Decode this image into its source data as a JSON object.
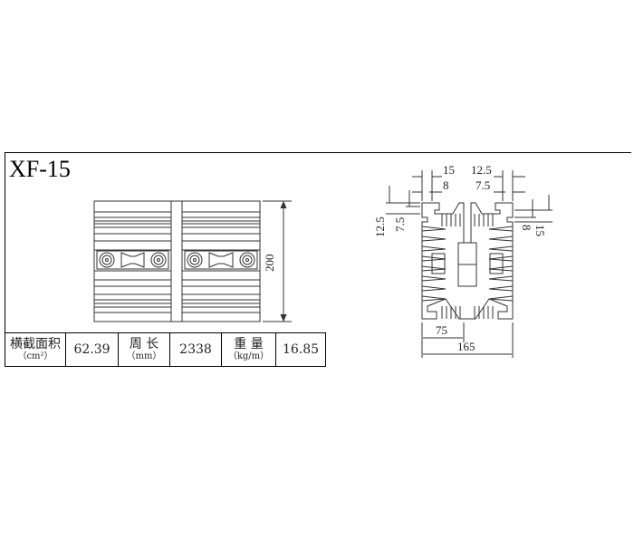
{
  "title": "XF-15",
  "specs": [
    {
      "label": "横截面积",
      "unit": "（cm²）",
      "value": "62.39"
    },
    {
      "label": "周 长",
      "unit": "（mm）",
      "value": "2338"
    },
    {
      "label": "重 量",
      "unit": "（kg/m）",
      "value": "16.85"
    }
  ],
  "side_view": {
    "height_dim": "200"
  },
  "section_view": {
    "dims_top": [
      "15",
      "8",
      "12.5",
      "7.5"
    ],
    "dims_left": [
      "12.5",
      "7.5"
    ],
    "dims_right": [
      "8",
      "15"
    ],
    "dims_bottom": [
      "75",
      "165"
    ]
  }
}
